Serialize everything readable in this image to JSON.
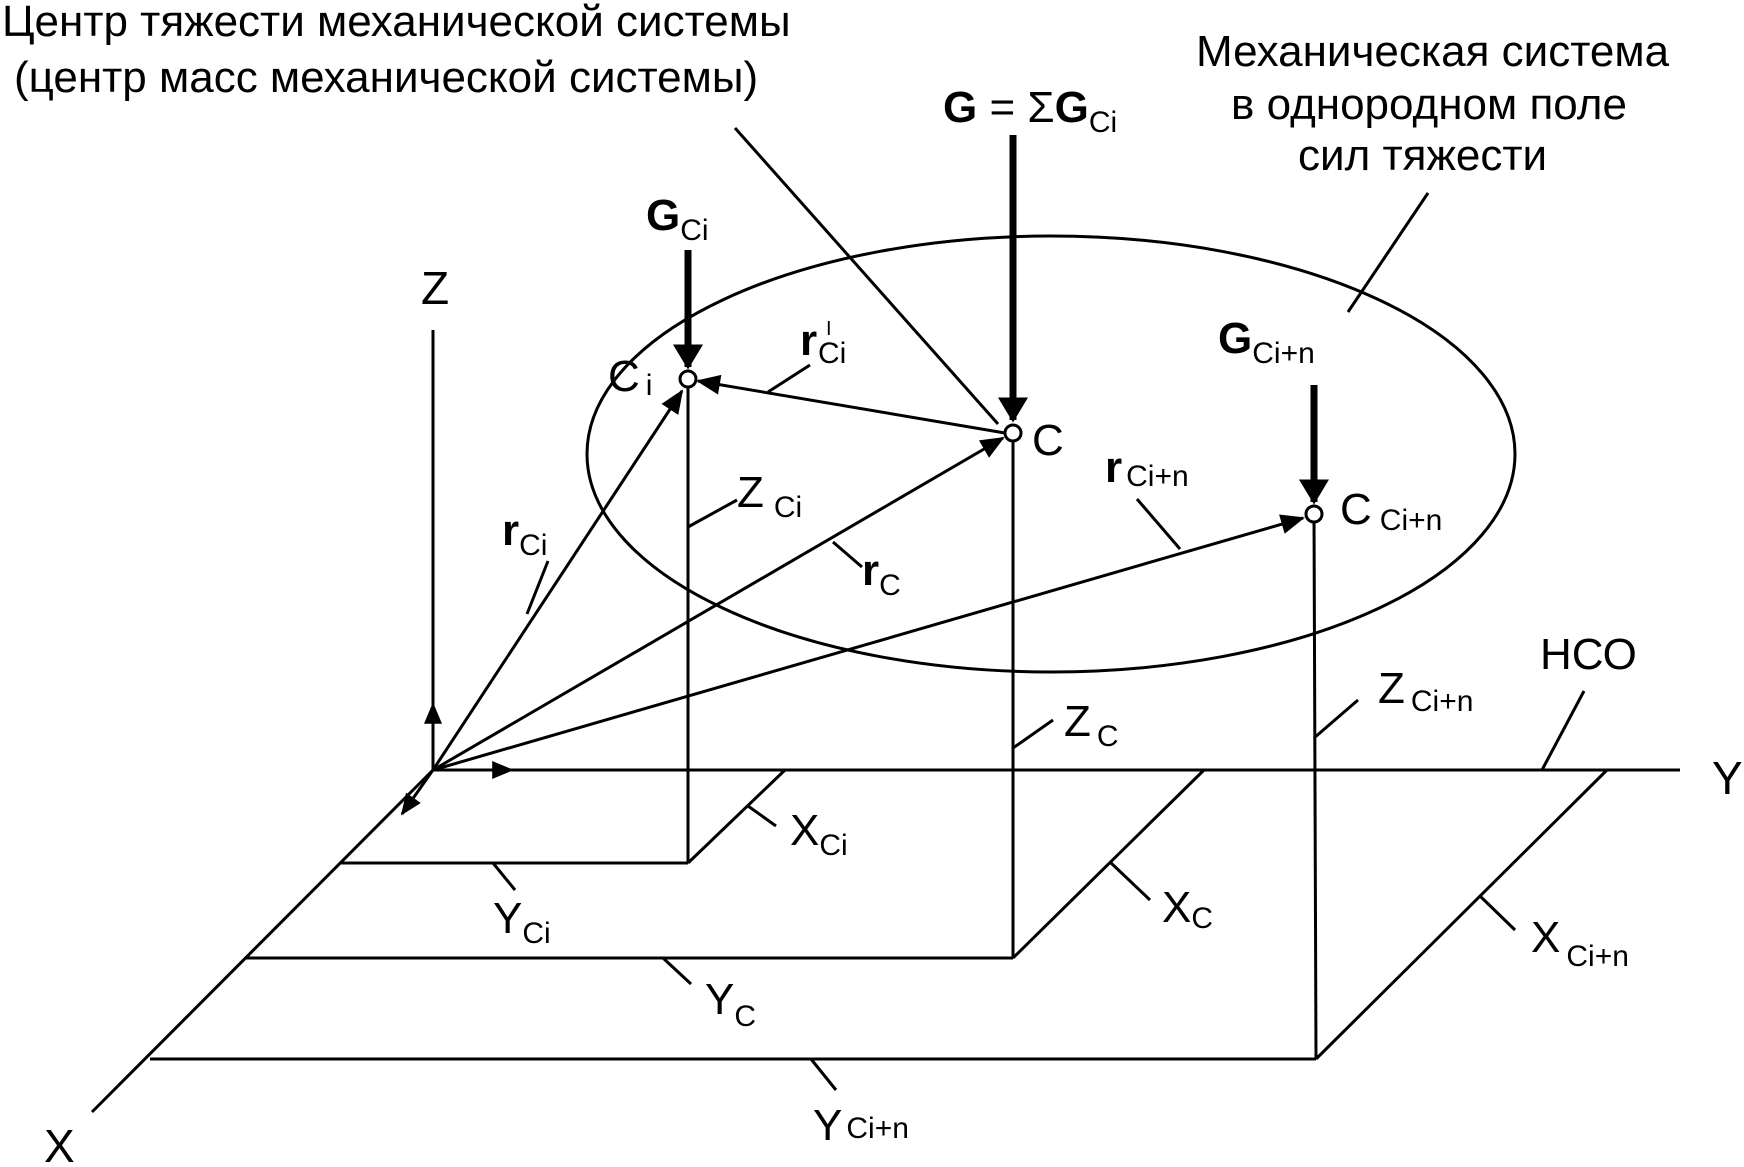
{
  "captions": {
    "center_line1": "Центр тяжести механической системы",
    "center_line2": "(центр масс механической системы)",
    "system_line1": "Механическая система",
    "system_line2": "в однородном поле",
    "system_line3": "сил тяжести",
    "hco": "НСО"
  },
  "axes": {
    "x": "X",
    "y": "Y",
    "z": "Z"
  },
  "forces": {
    "total_main": "G",
    "total_eq": " = ",
    "sum_symbol": "Σ",
    "total_g": "G",
    "total_sub": "Ci",
    "gci_main": "G",
    "gci_sub": "Ci",
    "gcin_main": "G",
    "gcin_sub": "Ci+n"
  },
  "points": {
    "ci_main": "C",
    "ci_sub": "i",
    "c": "C",
    "ccin_main": "C",
    "ccin_sub": "Ci+n"
  },
  "vectors": {
    "rci_main": "r",
    "rci_sub": "Ci",
    "rc_main": "r",
    "rc_sub": "C",
    "rcin_main": "r",
    "rcin_sub": "Ci+n",
    "rci_rel_main": "r",
    "rci_rel_sup": "I",
    "rci_rel_sub": "Ci"
  },
  "coordinates": {
    "zci_main": "Z",
    "zci_sub": "Ci",
    "zc_main": "Z",
    "zc_sub": "C",
    "zcin_main": "Z",
    "zcin_sub": "Ci+n",
    "xci_main": "X",
    "xci_sub": "Ci",
    "xc_main": "X",
    "xc_sub": "C",
    "xcin_main": "X",
    "xcin_sub": "Ci+n",
    "yci_main": "Y",
    "yci_sub": "Ci",
    "yc_main": "Y",
    "yc_sub": "C",
    "ycin_main": "Y",
    "ycin_sub": "Ci+n"
  },
  "style": {
    "ink_color": "#000000",
    "background_color": "#ffffff"
  }
}
